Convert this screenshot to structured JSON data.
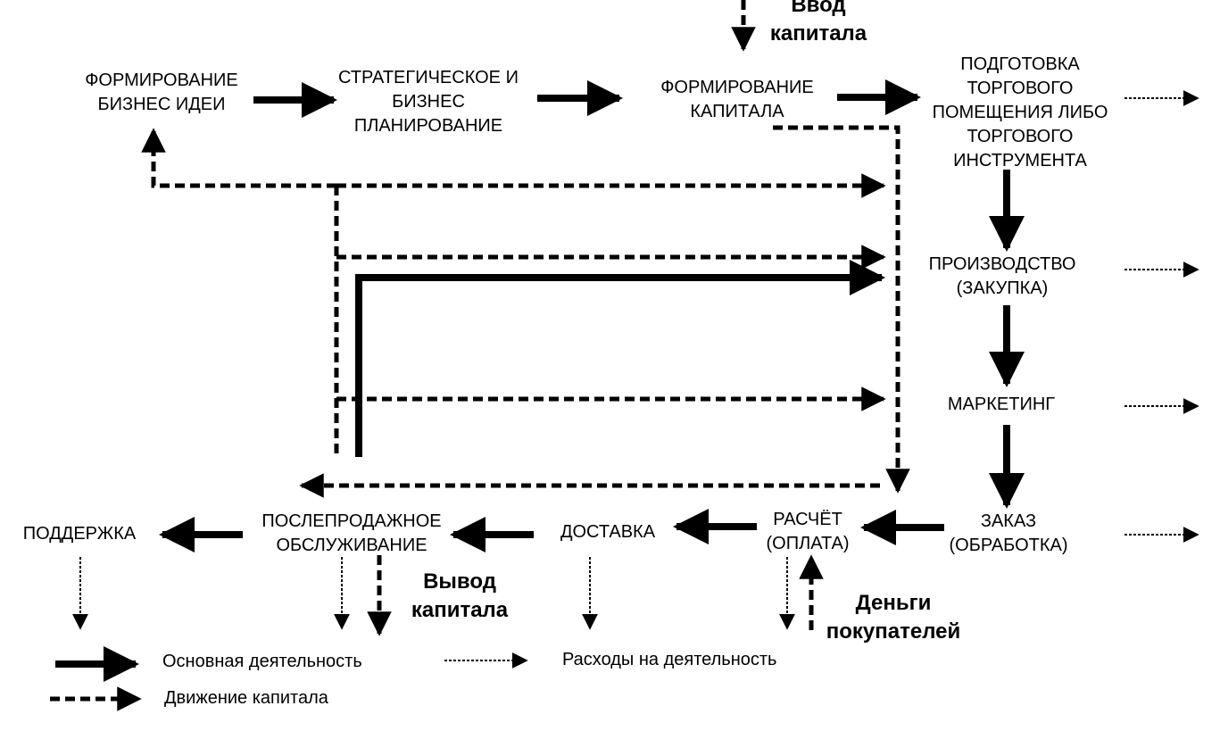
{
  "nodes": {
    "business_idea": "ФОРМИРОВАНИЕ\nБИЗНЕС ИДЕИ",
    "strategic_planning": "СТРАТЕГИЧЕСКОЕ И\nБИЗНЕС\nПЛАНИРОВАНИЕ",
    "capital_formation": "ФОРМИРОВАНИЕ\nКАПИТАЛА",
    "premises_preparation": "ПОДГОТОВКА\nТОРГОВОГО\nПОМЕЩЕНИЯ ЛИБО\nТОРГОВОГО\nИНСТРУМЕНТА",
    "production": "ПРОИЗВОДСТВО\n(ЗАКУПКА)",
    "marketing": "МАРКЕТИНГ",
    "order": "ЗАКАЗ\n(ОБРАБОТКА)",
    "payment": "РАСЧЁТ\n(ОПЛАТА)",
    "delivery": "ДОСТАВКА",
    "after_sales": "ПОСЛЕПРОДАЖНОЕ\nОБСЛУЖИВАНИЕ",
    "support": "ПОДДЕРЖКА"
  },
  "annotations": {
    "capital_input": "Ввод\nкапитала",
    "capital_withdrawal": "Вывод\nкапитала",
    "customer_money": "Деньги\nпокупателей"
  },
  "legend": {
    "main_activity": "Основная деятельность",
    "capital_movement": "Движение капитала",
    "activity_expenses": "Расходы на деятельность"
  }
}
